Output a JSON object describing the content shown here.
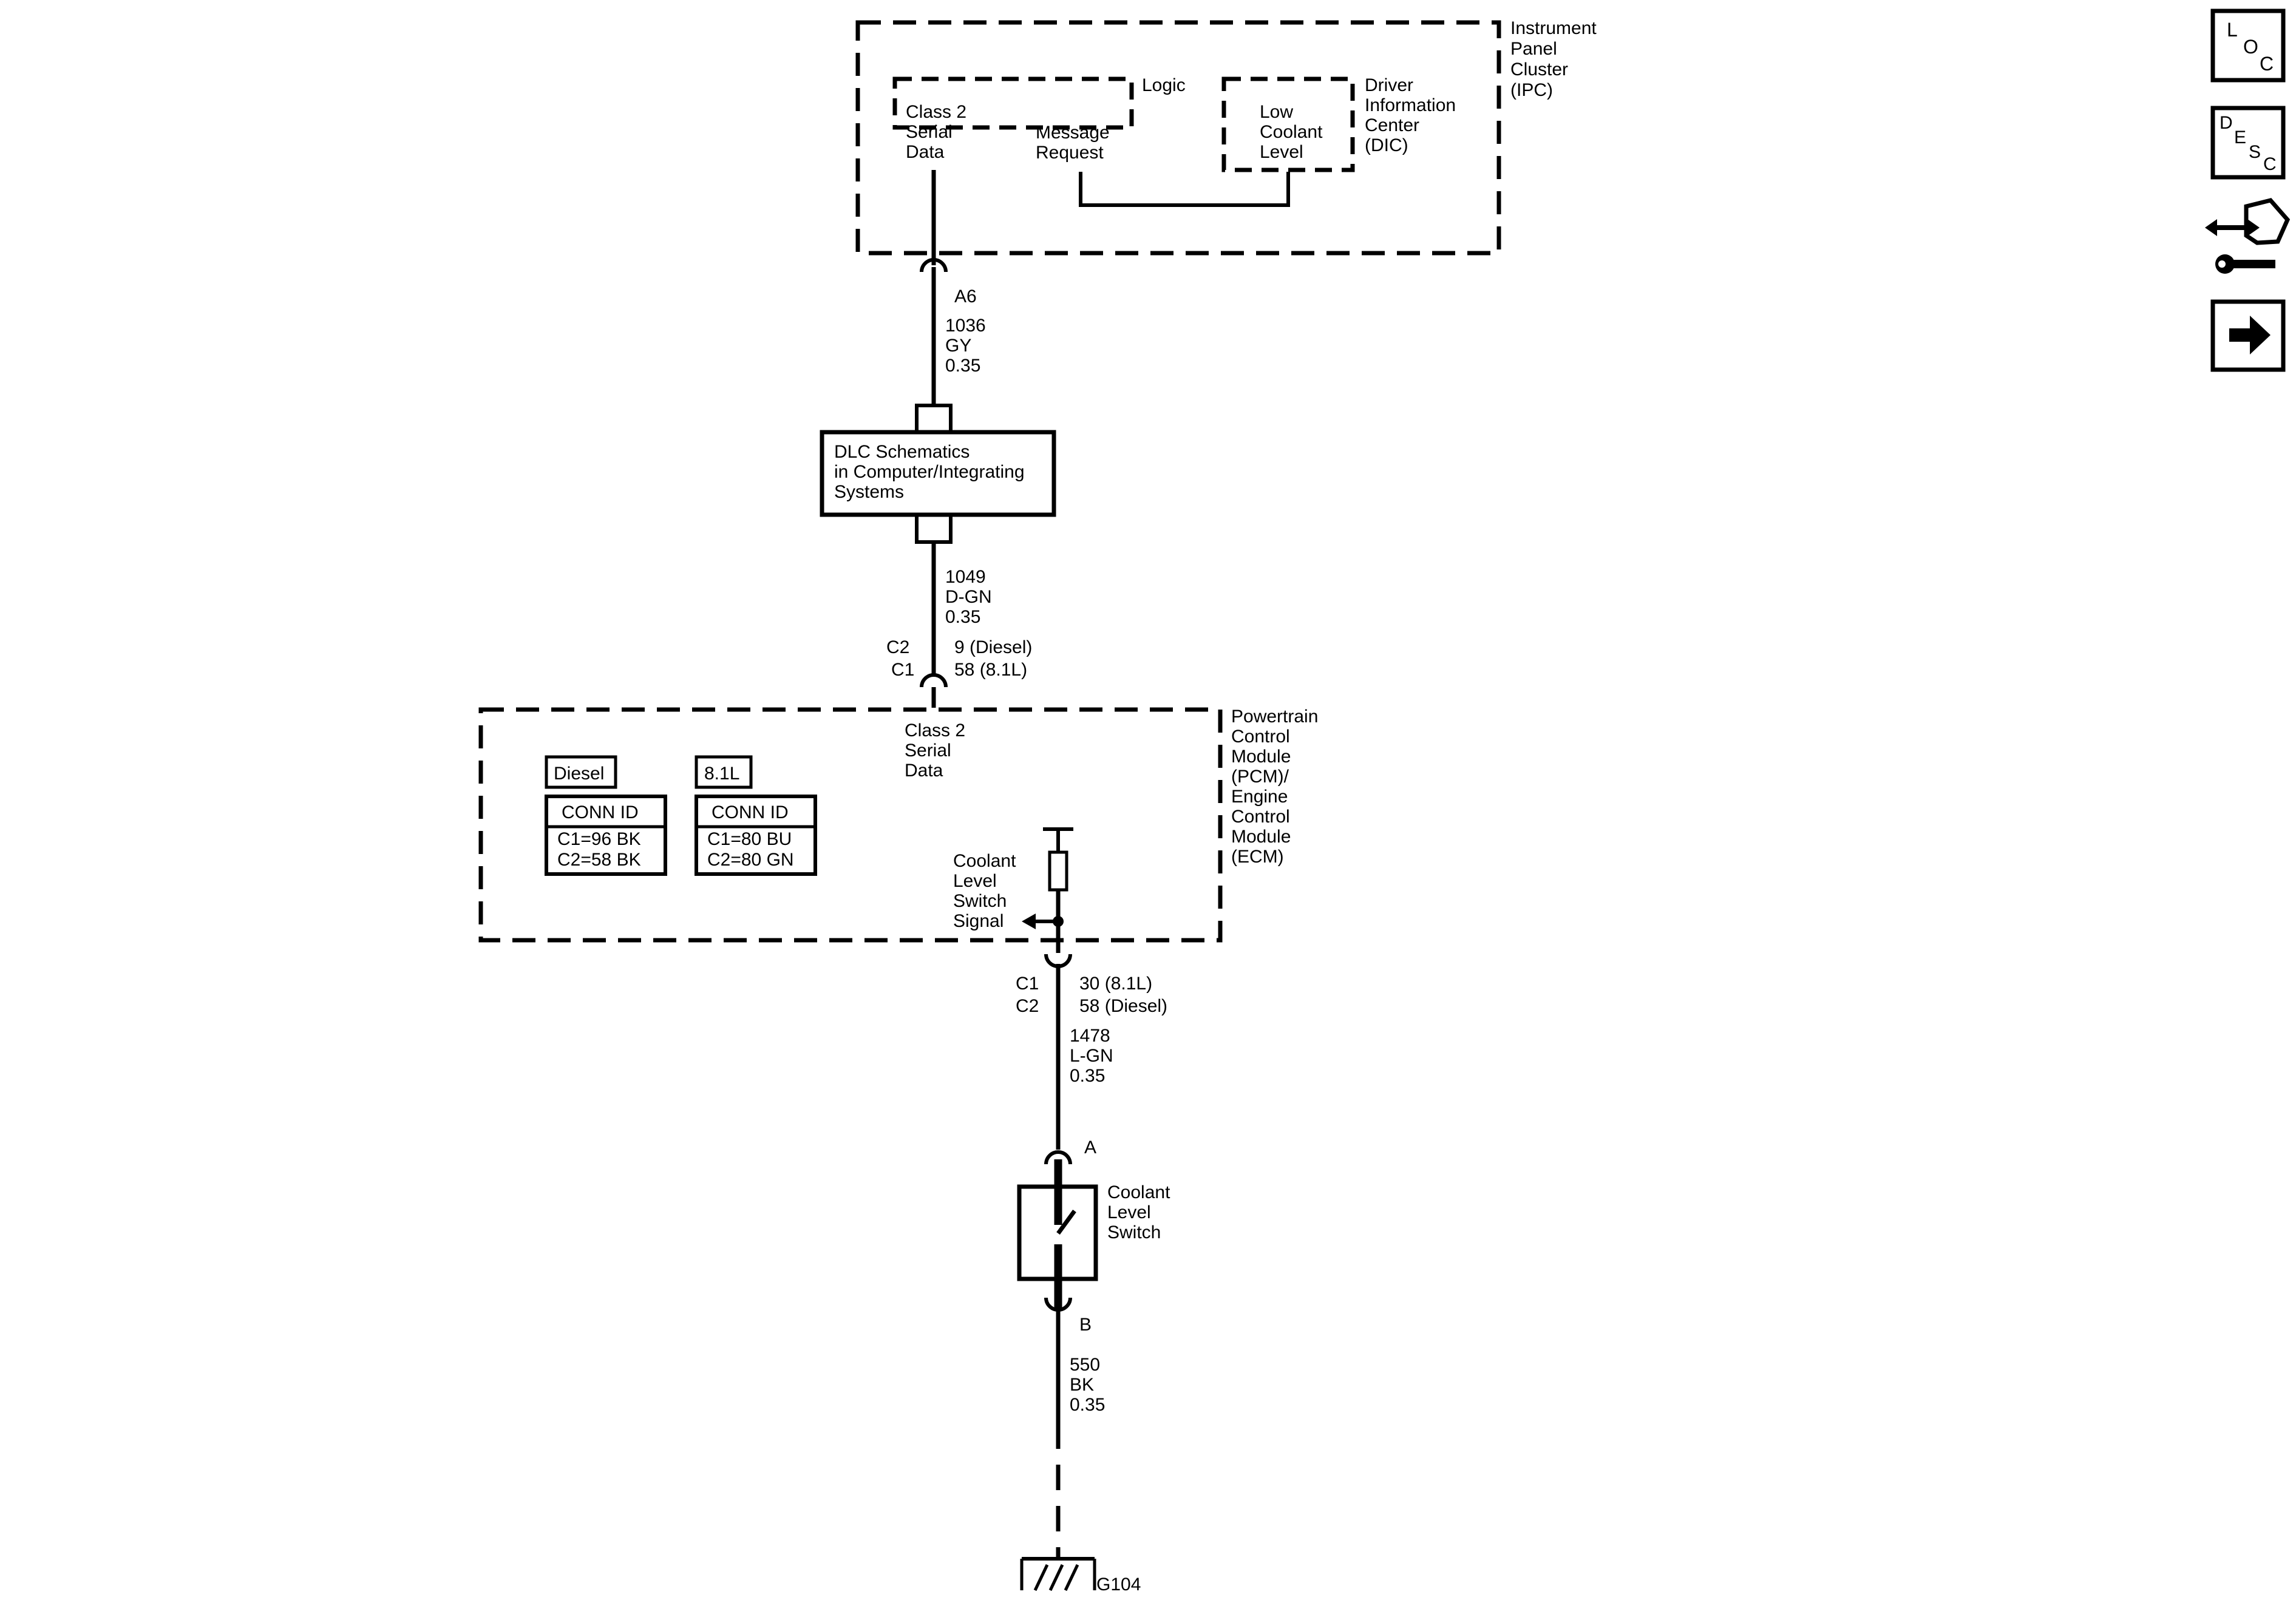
{
  "ipc": {
    "name": [
      "Instrument",
      "Panel",
      "Cluster",
      "(IPC)"
    ],
    "logic_label": "Logic",
    "class2": [
      "Class 2",
      "Serial",
      "Data"
    ],
    "message_request": [
      "Message",
      "Request"
    ],
    "low_coolant": [
      "Low",
      "Coolant",
      "Level"
    ],
    "dic": [
      "Driver",
      "Information",
      "Center",
      "(DIC)"
    ],
    "pin": "A6"
  },
  "wire_1036": [
    "1036",
    "GY",
    "0.35"
  ],
  "dlc": [
    "DLC Schematics",
    "in Computer/Integrating",
    "Systems"
  ],
  "wire_1049": [
    "1049",
    "D-GN",
    "0.35"
  ],
  "pcm_top_conn": {
    "conn": [
      "C2",
      "C1"
    ],
    "pins": [
      "9 (Diesel)",
      "58 (8.1L)"
    ]
  },
  "pcm": {
    "name": [
      "Powertrain",
      "Control",
      "Module",
      "(PCM)/",
      "Engine",
      "Control",
      "Module",
      "(ECM)"
    ],
    "class2": [
      "Class 2",
      "Serial",
      "Data"
    ],
    "coolant_signal": [
      "Coolant",
      "Level",
      "Switch",
      "Signal"
    ],
    "diesel_label": "Diesel",
    "diesel_conn": {
      "header": "CONN ID",
      "rows": [
        "C1=96 BK",
        "C2=58 BK"
      ]
    },
    "gas_label": "8.1L",
    "gas_conn": {
      "header": "CONN ID",
      "rows": [
        "C1=80 BU",
        "C2=80 GN"
      ]
    }
  },
  "pcm_bottom_conn": {
    "conn": [
      "C1",
      "C2"
    ],
    "pins": [
      "30 (8.1L)",
      "58 (Diesel)"
    ]
  },
  "wire_1478": [
    "1478",
    "L-GN",
    "0.35"
  ],
  "switch": {
    "pin_a": "A",
    "pin_b": "B",
    "name": [
      "Coolant",
      "Level",
      "Switch"
    ]
  },
  "wire_550": [
    "550",
    "BK",
    "0.35"
  ],
  "ground": "G104",
  "side_buttons": {
    "loc": [
      "L",
      "O",
      "C"
    ],
    "desc": [
      "D",
      "E",
      "S",
      "C"
    ],
    "icons": [
      "connector-repair-icon",
      "arrow-right-icon"
    ]
  }
}
